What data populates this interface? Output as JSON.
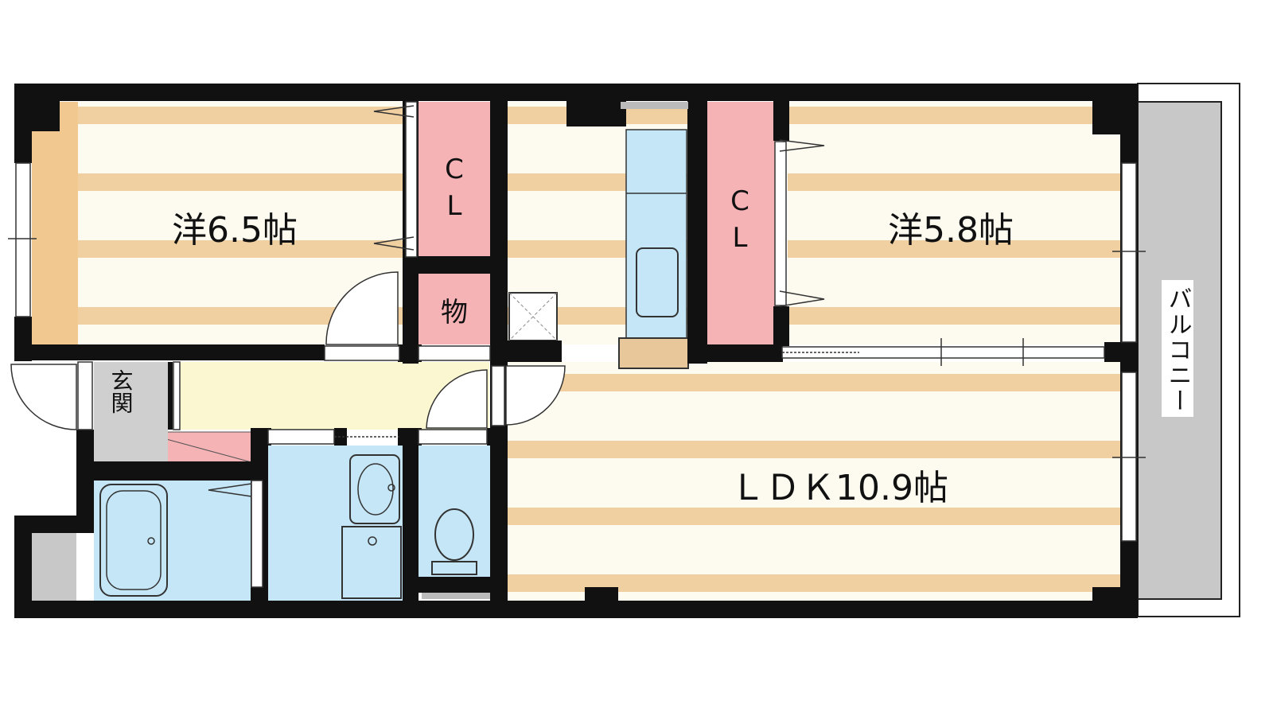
{
  "rooms": {
    "western_room_1": "洋6.5帖",
    "western_room_2": "洋5.8帖",
    "ldk": "ＬＤＫ10.9帖",
    "closet_1_c": "C",
    "closet_1_l": "L",
    "closet_2_c": "C",
    "closet_2_l": "L",
    "storage": "物",
    "entrance": "玄関",
    "balcony": "バルコニー"
  },
  "colors": {
    "wall": "#111111",
    "floor_stripe": "#f0cfa0",
    "floor_base": "#fdfbf0",
    "hall": "#fbf7d0",
    "closet": "#f6b3b6",
    "wet_area": "#c4e6f6",
    "entrance": "#cfcfcf",
    "balcony": "#c8c8c8"
  }
}
